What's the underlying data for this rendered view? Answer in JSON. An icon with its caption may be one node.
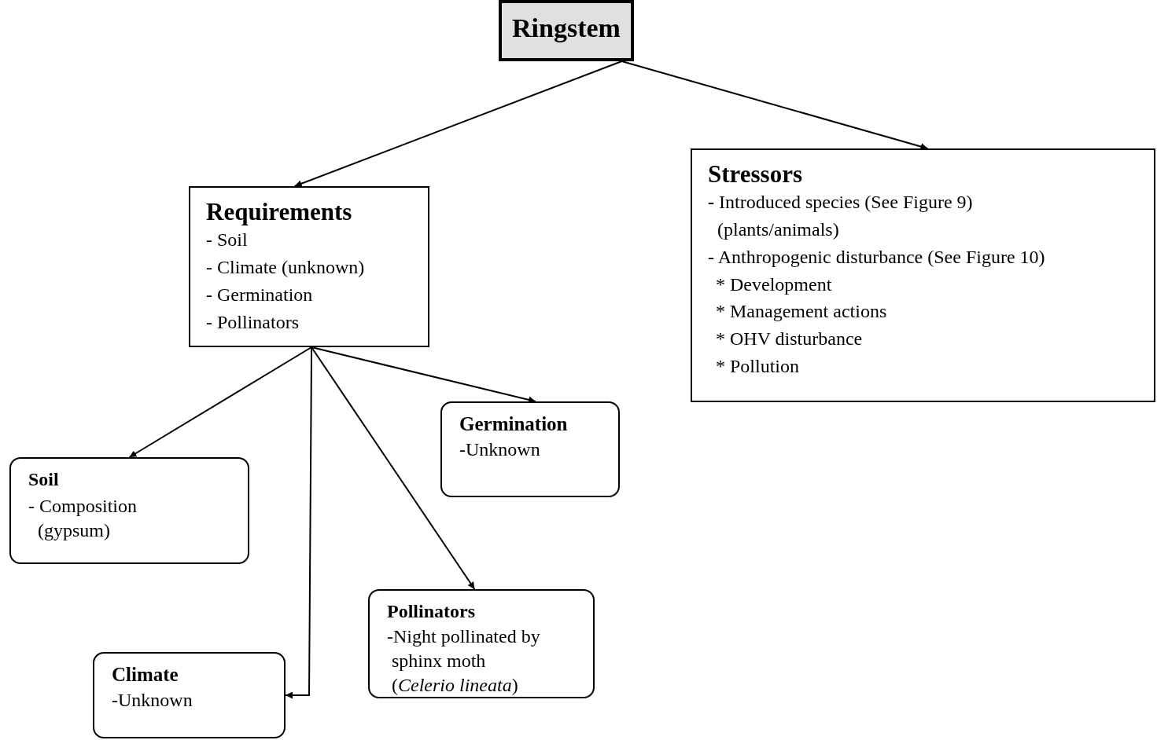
{
  "diagram": {
    "nodes": [
      {
        "text": [
          "Ringstem"
        ]
      },
      {
        "text": [
          "Requirements",
          "- Soil",
          "- Climate (unknown)",
          "- Germination",
          "- Pollinators"
        ]
      },
      {
        "text": [
          "Stressors",
          "**-** Introduced species (See Figure 9) (plants/animals)",
          "- Anthropogenic disturbance (See Figure 10)",
          "* Development",
          "* Management actions",
          "* OHV disturbance",
          "* Pollution"
        ]
      },
      {
        "text": [
          "Soil",
          "- Composition (gypsum)"
        ]
      },
      {
        "text": [
          "Germination",
          "-Unknown"
        ]
      },
      {
        "text": [
          "Pollinators",
          "-Night pollinated by sphinx moth (*Celerio lineata*)"
        ]
      },
      {
        "text": [
          "Climate",
          "-Unknown"
        ]
      }
    ],
    "edges": [
      {
        "from": 0,
        "to": 1,
        "arrow": "to"
      },
      {
        "from": 0,
        "to": 2,
        "arrow": "to"
      },
      {
        "from": 1,
        "to": 3,
        "arrow": "to"
      },
      {
        "from": 1,
        "to": 6,
        "arrow": "to"
      },
      {
        "from": 1,
        "to": 5,
        "arrow": "to"
      },
      {
        "from": 1,
        "to": 4,
        "arrow": "to"
      }
    ]
  }
}
